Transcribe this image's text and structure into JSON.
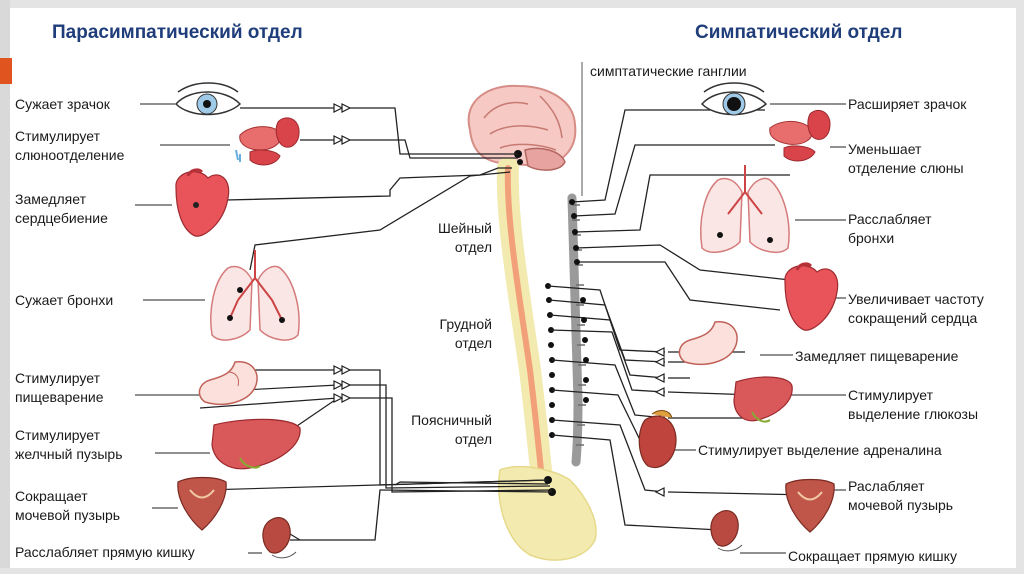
{
  "headings": {
    "left": "Парасимпатический отдел",
    "right": "Симпатический отдел"
  },
  "ganglia_label": "симптатические ганглии",
  "spine_sections": {
    "cervical": [
      "Шейный",
      "отдел"
    ],
    "thoracic": [
      "Грудной",
      "отдел"
    ],
    "lumbar": [
      "Поясничный",
      "отдел"
    ]
  },
  "parasympathetic": [
    {
      "id": "pupil",
      "lines": [
        "Сужает зрачок"
      ]
    },
    {
      "id": "saliva",
      "lines": [
        "Стимулирует",
        "слюноотделение"
      ]
    },
    {
      "id": "heart",
      "lines": [
        "Замедляет",
        "сердцебиение"
      ]
    },
    {
      "id": "bronchi",
      "lines": [
        "Сужает бронхи"
      ]
    },
    {
      "id": "digestion",
      "lines": [
        "Стимулирует",
        "пищеварение"
      ]
    },
    {
      "id": "gallbladder",
      "lines": [
        "Стимулирует",
        "желчный пузырь"
      ]
    },
    {
      "id": "bladder",
      "lines": [
        "Сокращает",
        "мочевой пузырь"
      ]
    },
    {
      "id": "rectum",
      "lines": [
        "Расслабляет прямую кишку"
      ]
    }
  ],
  "sympathetic": [
    {
      "id": "pupil",
      "lines": [
        "Расширяет зрачок"
      ]
    },
    {
      "id": "saliva",
      "lines": [
        "Уменьшает",
        "отделение слюны"
      ]
    },
    {
      "id": "bronchi",
      "lines": [
        "Расслабляет",
        "бронхи"
      ]
    },
    {
      "id": "heart",
      "lines": [
        "Увеличивает частоту",
        "сокращений сердца"
      ]
    },
    {
      "id": "digestion",
      "lines": [
        "Замедляет пищеварение"
      ]
    },
    {
      "id": "glucose",
      "lines": [
        "Стимулирует",
        "выделение глюкозы"
      ]
    },
    {
      "id": "adrenaline",
      "lines": [
        "Стимулирует выделение адреналина"
      ]
    },
    {
      "id": "bladder",
      "lines": [
        "Раслабляет",
        "мочевой пузырь"
      ]
    },
    {
      "id": "rectum",
      "lines": [
        "Сокращает прямую кишку"
      ]
    }
  ],
  "colors": {
    "heading": "#1f3d7a",
    "organ": "#d94a4a",
    "organ_dark": "#a81e2a",
    "spine": "#f2a07a",
    "ganglia": "#9a9a9a",
    "vertebra": "#f3eab0",
    "accent": "#e0551f"
  }
}
